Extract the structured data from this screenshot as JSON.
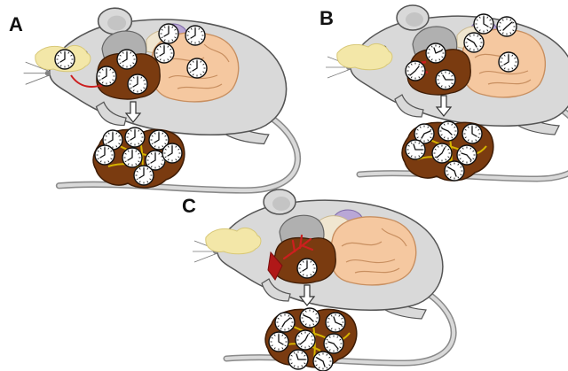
{
  "panels": [
    {
      "id": "panel-a",
      "label": "A",
      "liver_clocks": "synchronized",
      "brain_clock": true,
      "peripheral_clocks": true
    },
    {
      "id": "panel-b",
      "label": "B",
      "liver_clocks": "desynchronized",
      "brain_clock": false,
      "peripheral_clocks": true
    },
    {
      "id": "panel-c",
      "label": "C",
      "liver_clocks": "desynchronized",
      "brain_clock": false,
      "peripheral_clocks": false
    }
  ],
  "colors": {
    "body": "#d9d9d9",
    "outline": "#555555",
    "brain": "#f3e7a8",
    "liver": "#7a3b10",
    "liver_dark": "#5a2a0a",
    "stomach": "#b0b0b0",
    "intestine": "#f5c8a0",
    "kidney": "#b9a7d6",
    "fat": "#f0e6d0",
    "vessel": "#cc1f1f",
    "liver_vessel": "#d6b400",
    "clock_face": "#ffffff",
    "clock_hand": "#111111",
    "arrow": "#ffffff"
  },
  "icons": [
    "clock-icon",
    "mouse-silhouette",
    "liver-icon",
    "brain-icon",
    "arrow-down-icon"
  ]
}
